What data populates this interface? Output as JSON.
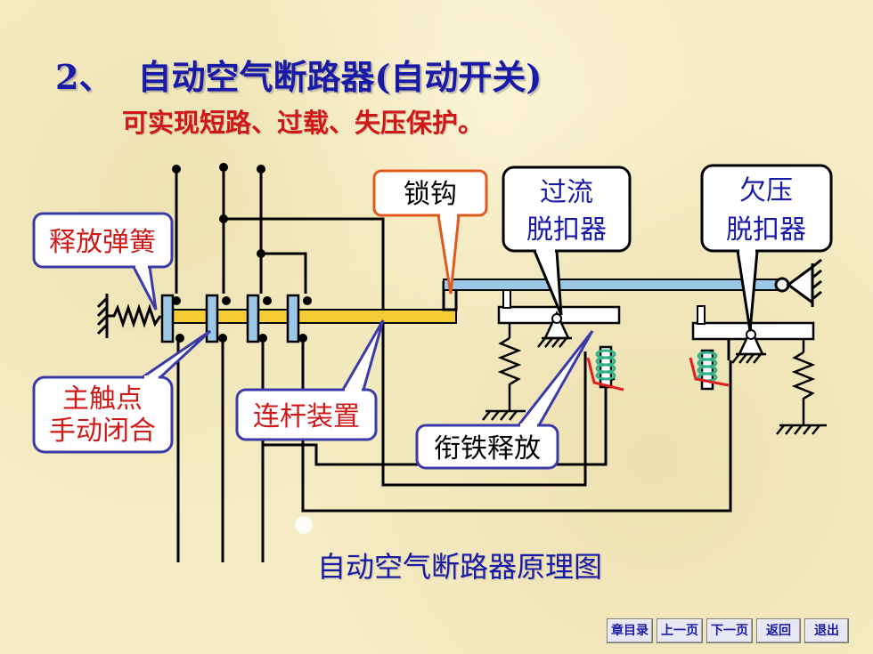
{
  "title": {
    "number": "2、",
    "text": "自动空气断路器(自动开关)"
  },
  "subtitle": "可实现短路、过载、失压保护。",
  "callouts": {
    "release_spring": "释放弹簧",
    "lock_hook": "锁钩",
    "overcurrent_line1": "过流",
    "overcurrent_line2": "脱扣器",
    "undervoltage_line1": "欠压",
    "undervoltage_line2": "脱扣器",
    "main_contact_line1": "主触点",
    "main_contact_line2": "手动闭合",
    "linkage": "连杆装置",
    "armature_release": "衔铁释放"
  },
  "caption": "自动空气断路器原理图",
  "nav": {
    "chapter_index": "章目录",
    "prev_page": "上一页",
    "next_page": "下一页",
    "back": "返回",
    "exit": "退出"
  },
  "colors": {
    "title": "#1a1aa8",
    "subtitle": "#d01818",
    "callout_border_blue": "#3a3aa8",
    "callout_border_red": "#e05a20",
    "callout_text_red": "#d01818",
    "link_rod": "#f5cc33",
    "trip_bar": "#9cc8e8",
    "coil": "#33b08a"
  }
}
